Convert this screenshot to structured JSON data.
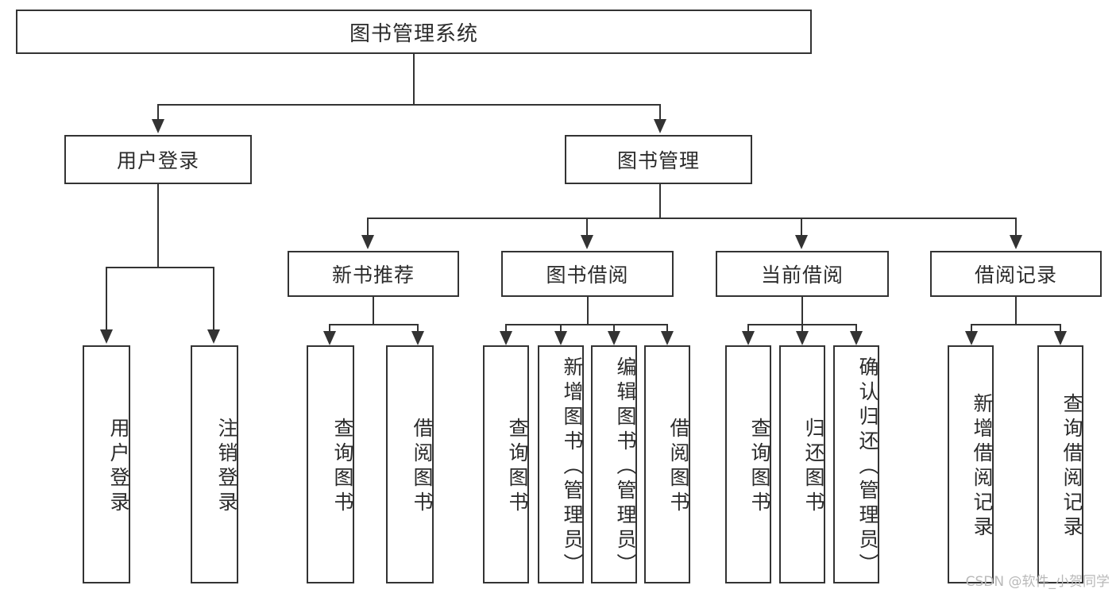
{
  "diagram": {
    "title": "图书管理系统",
    "type": "tree",
    "root": {
      "label": "图书管理系统"
    },
    "level2": [
      {
        "label": "用户登录"
      },
      {
        "label": "图书管理"
      }
    ],
    "level3": [
      {
        "label": "新书推荐"
      },
      {
        "label": "图书借阅"
      },
      {
        "label": "当前借阅"
      },
      {
        "label": "借阅记录"
      }
    ],
    "leaves_user_login": [
      {
        "label": "用户登录"
      },
      {
        "label": "注销登录"
      }
    ],
    "leaves_new_books": [
      {
        "label": "查询图书"
      },
      {
        "label": "借阅图书"
      }
    ],
    "leaves_borrow": [
      {
        "label": "查询图书"
      },
      {
        "label": "新增图书（管理员）"
      },
      {
        "label": "编辑图书（管理员）"
      },
      {
        "label": "借阅图书"
      }
    ],
    "leaves_current": [
      {
        "label": "查询图书"
      },
      {
        "label": "归还图书"
      },
      {
        "label": "确认归还（管理员）"
      }
    ],
    "leaves_records": [
      {
        "label": "新增借阅记录"
      },
      {
        "label": "查询借阅记录"
      }
    ]
  },
  "watermark": {
    "text": "CSDN @软件_小贺同学"
  },
  "colors": {
    "stroke": "#333333",
    "fill": "#ffffff",
    "text": "#2b2b2b",
    "watermark": "#b9b9b9"
  }
}
